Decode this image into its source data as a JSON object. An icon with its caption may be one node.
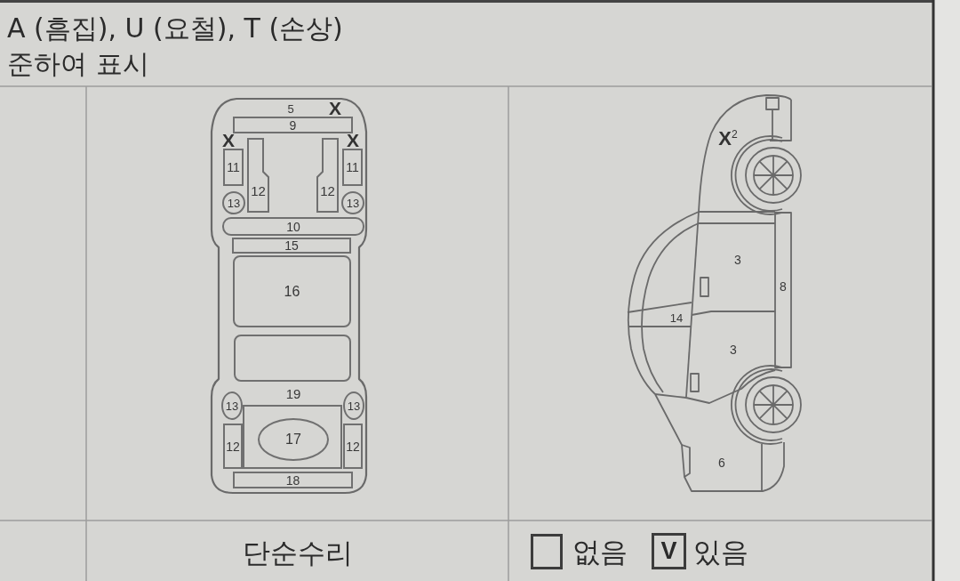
{
  "diagram": {
    "nodes": [
      {
        "text": [
          "9"
        ]
      },
      {
        "text": [
          "11"
        ]
      },
      {
        "text": [
          "12"
        ]
      },
      {
        "text": [
          "12"
        ]
      },
      {
        "text": [
          "11"
        ]
      },
      {
        "text": [
          "13"
        ]
      },
      {
        "text": [
          "13"
        ]
      },
      {
        "text": [
          "10"
        ]
      },
      {
        "text": [
          "15"
        ]
      },
      {
        "text": [
          "16"
        ]
      },
      {
        "text": [],
        "shape": "box"
      },
      {
        "text": [
          "13"
        ]
      },
      {
        "text": [
          "13"
        ]
      },
      {
        "text": [],
        "shape": "box"
      },
      {
        "text": [
          "17"
        ],
        "in": 13
      },
      {
        "text": [
          "12"
        ]
      },
      {
        "text": [
          "12"
        ]
      },
      {
        "text": [
          "18"
        ]
      }
    ],
    "labels": [
      "A (흠집), U (요철), T (손상) 준하여 표시",
      "5",
      "X",
      "X",
      "X",
      "19",
      "X$^{2}$",
      "3",
      "8",
      "14",
      "3",
      "6",
      "단순수리",
      "없음",
      "V",
      "있음"
    ]
  }
}
